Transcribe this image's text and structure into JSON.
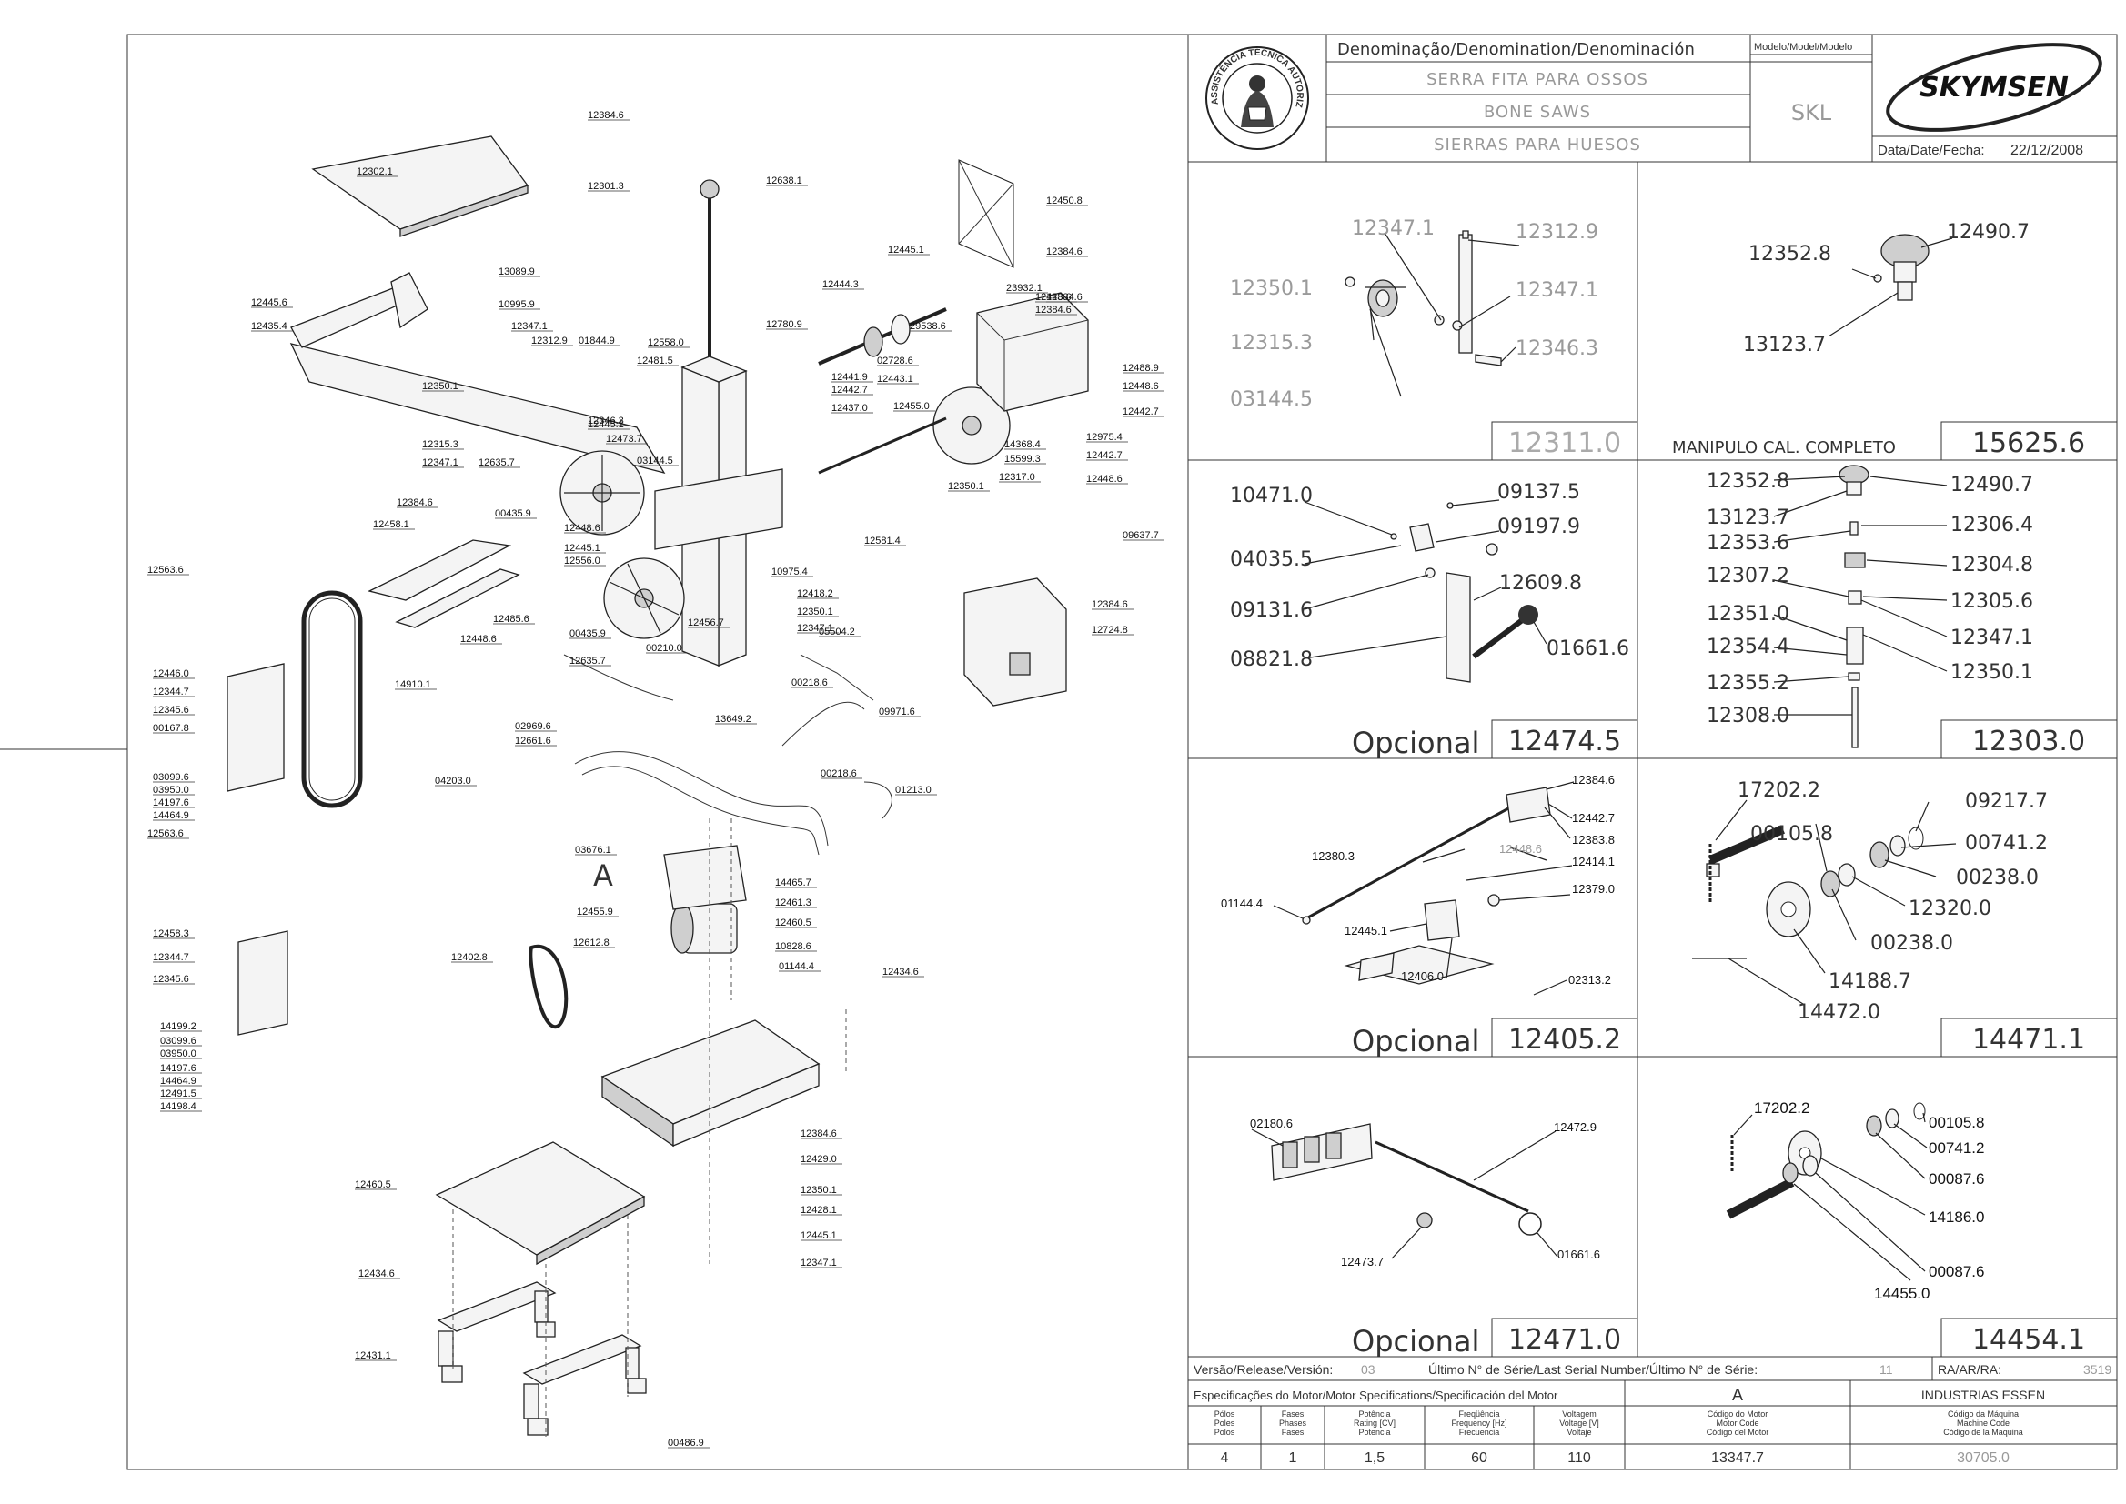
{
  "title_block": {
    "denomination_header": "Denominação/Denomination/Denominación",
    "model_header": "Modelo/Model/Modelo",
    "name_pt": "SERRA FITA PARA OSSOS",
    "name_en": "BONE SAWS",
    "name_es": "SIERRAS PARA HUESOS",
    "model": "SKL",
    "brand": "SKYMSEN",
    "date_label": "Data/Date/Fecha:",
    "date_value": "22/12/2008",
    "seal_text": "ASSISTÊNCIA TÉCNICA AUTORIZADA"
  },
  "main_labels": [
    "12384.6",
    "12302.1",
    "12301.3",
    "12638.1",
    "12450.8",
    "12384.6",
    "12445.1",
    "13089.9",
    "10995.9",
    "12384.6",
    "12445.6",
    "12435.4",
    "12347.1",
    "12312.9",
    "01844.9",
    "12558.0",
    "12481.5",
    "12780.9",
    "12444.3",
    "23932.1",
    "12448.6",
    "12384.6",
    "29538.6",
    "02728.6",
    "12443.1",
    "12441.9",
    "12442.7",
    "12437.0",
    "12455.0",
    "12488.9",
    "12448.6",
    "12442.7",
    "12350.1",
    "12315.3",
    "12347.1",
    "12346.3",
    "12445.1",
    "12473.7",
    "03144.5",
    "12635.7",
    "12975.4",
    "12442.7",
    "14368.4",
    "12448.6",
    "15599.3",
    "12317.0",
    "12350.1",
    "00435.9",
    "12448.6",
    "12384.6",
    "12458.1",
    "12445.1",
    "12556.0",
    "12581.4",
    "10975.4",
    "09637.7",
    "12418.2",
    "12350.1",
    "12347.1",
    "12456.7",
    "12384.6",
    "12724.8",
    "12563.6",
    "12485.6",
    "00435.9",
    "12635.7",
    "12448.6",
    "00210.0",
    "05504.2",
    "00218.6",
    "12446.0",
    "12344.7",
    "12345.6",
    "00167.8",
    "14910.1",
    "09971.6",
    "02969.6",
    "12661.6",
    "13649.2",
    "03099.6",
    "03950.0",
    "14197.6",
    "14464.9",
    "04203.0",
    "00218.6",
    "01213.0",
    "12563.6",
    "03676.1",
    "14465.7",
    "12461.3",
    "12460.5",
    "12458.3",
    "12455.9",
    "10828.6",
    "12344.7",
    "12612.8",
    "12402.8",
    "01144.4",
    "12434.6",
    "12345.6",
    "14199.2",
    "03099.6",
    "03950.0",
    "14197.6",
    "14464.9",
    "12491.5",
    "14198.4",
    "12384.6",
    "12429.0",
    "12350.1",
    "12460.5",
    "12428.1",
    "12445.1",
    "12347.1",
    "12434.6",
    "12431.1",
    "00486.9",
    "12350.1"
  ],
  "motor_letter": "A",
  "panels": [
    {
      "code": "12311.0",
      "caption": "",
      "labels": [
        "12347.1",
        "12312.9",
        "12350.1",
        "12347.1",
        "12315.3",
        "12346.3",
        "03144.5"
      ]
    },
    {
      "code": "15625.6",
      "caption": "MANIPULO CAL. COMPLETO",
      "labels": [
        "12352.8",
        "12490.7",
        "13123.7"
      ]
    },
    {
      "code": "12474.5",
      "caption": "Opcional",
      "labels": [
        "10471.0",
        "09137.5",
        "09197.9",
        "04035.5",
        "12609.8",
        "09131.6",
        "01661.6",
        "08821.8"
      ]
    },
    {
      "code": "12303.0",
      "caption": "",
      "labels": [
        "12352.8",
        "12490.7",
        "13123.7",
        "12306.4",
        "12353.6",
        "12304.8",
        "12307.2",
        "12305.6",
        "12351.0",
        "12347.1",
        "12354.4",
        "12350.1",
        "12355.2",
        "12308.0"
      ]
    },
    {
      "code": "12405.2",
      "caption": "Opcional",
      "labels": [
        "12384.6",
        "12442.7",
        "12383.8",
        "12448.6",
        "12414.1",
        "12380.3",
        "12379.0",
        "01144.4",
        "12445.1",
        "12406.0",
        "02313.2"
      ]
    },
    {
      "code": "14471.1",
      "caption": "",
      "labels": [
        "17202.2",
        "09217.7",
        "00105.8",
        "00741.2",
        "00238.0",
        "12320.0",
        "00238.0",
        "14188.7",
        "14472.0"
      ]
    },
    {
      "code": "12471.0",
      "caption": "Opcional",
      "labels": [
        "02180.6",
        "12472.9",
        "12473.7",
        "01661.6"
      ]
    },
    {
      "code": "14454.1",
      "caption": "",
      "labels": [
        "17202.2",
        "00105.8",
        "00741.2",
        "00087.6",
        "14186.0",
        "00087.6",
        "14455.0"
      ]
    }
  ],
  "footer": {
    "version_label": "Versão/Release/Versión:",
    "version_value": "03",
    "serial_label": "Último N° de Série/Last Serial Number/Último N° de Série:",
    "serial_value": "11",
    "ra_label": "RA/AR/RA:",
    "ra_value": "3519",
    "motor_spec_label": "Especificações do Motor/Motor Specifications/Specificación del Motor",
    "motor_letter": "A",
    "company": "INDUSTRIAS ESSEN",
    "columns": [
      {
        "h1": "Pólos",
        "h2": "Poles",
        "h3": "Polos",
        "value": "4"
      },
      {
        "h1": "Fases",
        "h2": "Phases",
        "h3": "Fases",
        "value": "1"
      },
      {
        "h1": "Potência",
        "h2": "Rating [CV]",
        "h3": "Potencia",
        "value": "1,5"
      },
      {
        "h1": "Freqüência",
        "h2": "Frequency [Hz]",
        "h3": "Frecuencia",
        "value": "60"
      },
      {
        "h1": "Voltagem",
        "h2": "Voltage [V]",
        "h3": "Voltaje",
        "value": "110"
      },
      {
        "h1": "Código do Motor",
        "h2": "Motor Code",
        "h3": "Código del Motor",
        "value": "13347.7"
      },
      {
        "h1": "Código da Máquina",
        "h2": "Machine Code",
        "h3": "Código de la Maquina",
        "value": "30705.0"
      }
    ]
  }
}
